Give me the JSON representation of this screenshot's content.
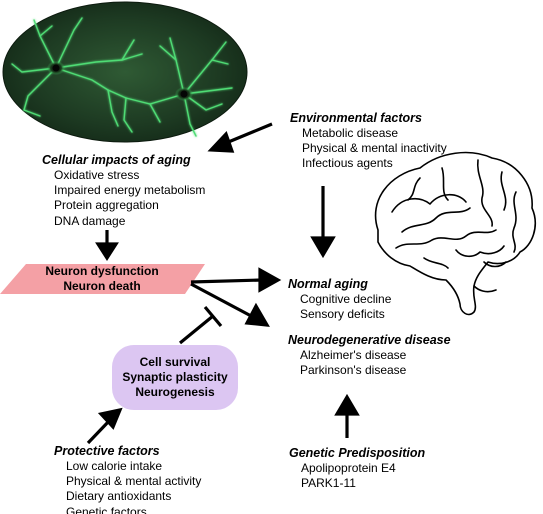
{
  "environmental": {
    "title": "Environmental factors",
    "items": [
      "Metabolic disease",
      "Physical & mental inactivity",
      "Infectious agents"
    ]
  },
  "cellular": {
    "title": "Cellular impacts of aging",
    "items": [
      "Oxidative stress",
      "Impaired energy metabolism",
      "Protein aggregation",
      "DNA damage"
    ]
  },
  "dysfunction": {
    "line1": "Neuron dysfunction",
    "line2": "Neuron death",
    "fill": "#f4a0a5"
  },
  "normal_aging": {
    "title": "Normal aging",
    "items": [
      "Cognitive decline",
      "Sensory deficits"
    ]
  },
  "neurodegenerative": {
    "title": "Neurodegenerative disease",
    "items": [
      "Alzheimer's disease",
      "Parkinson's disease"
    ]
  },
  "survival": {
    "lines": [
      "Cell survival",
      "Synaptic plasticity",
      "Neurogenesis"
    ],
    "fill": "#dcc6f2"
  },
  "protective": {
    "title": "Protective factors",
    "items": [
      "Low calorie intake",
      "Physical & mental activity",
      "Dietary antioxidants",
      "Genetic factors"
    ]
  },
  "genetic": {
    "title": "Genetic Predisposition",
    "items": [
      "Apolipoprotein E4",
      "PARK1-11"
    ]
  },
  "colors": {
    "neuron_bg": "#1d3a22",
    "neuron_glow": "#44d06a"
  }
}
